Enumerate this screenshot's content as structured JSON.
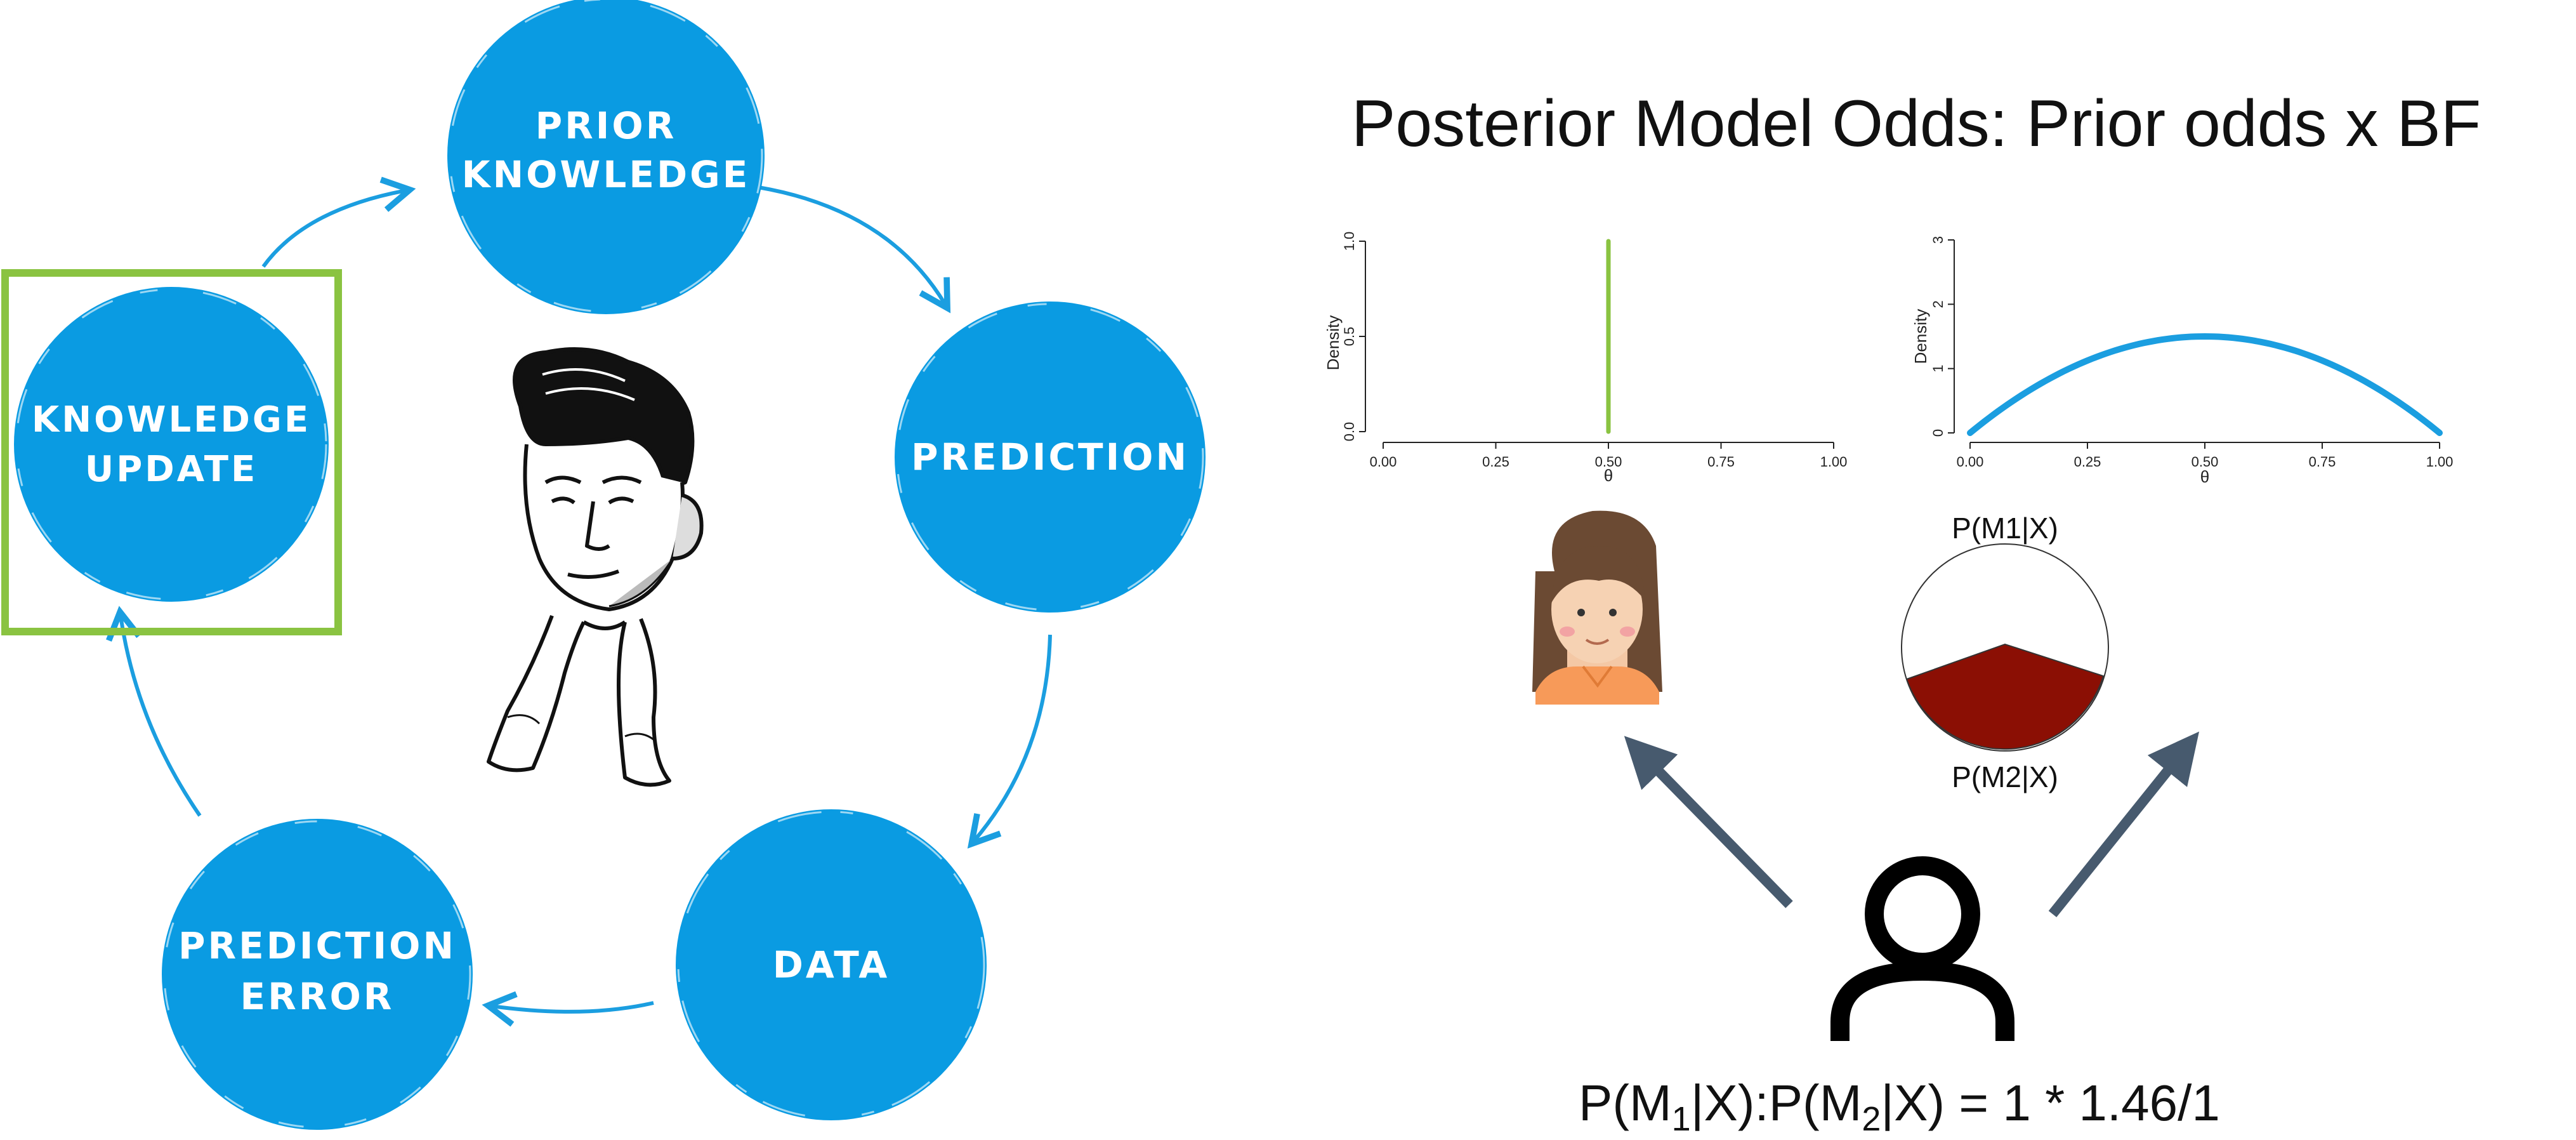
{
  "cycle": {
    "nodes": [
      {
        "id": "prior-knowledge",
        "lines": [
          "PRIOR",
          "KNOWLEDGE"
        ]
      },
      {
        "id": "prediction",
        "lines": [
          "PREDICTION"
        ]
      },
      {
        "id": "data",
        "lines": [
          "DATA"
        ]
      },
      {
        "id": "prediction-error",
        "lines": [
          "PREDICTION",
          "ERROR"
        ]
      },
      {
        "id": "knowledge-update",
        "lines": [
          "KNOWLEDGE",
          "UPDATE"
        ]
      }
    ],
    "highlighted_node": "knowledge-update",
    "colors": {
      "node": "#0a9be2",
      "arrow": "#1b9ee0",
      "highlight": "#8ac341"
    }
  },
  "panel": {
    "title": "Posterior Model Odds: Prior odds x BF",
    "pie": {
      "top_label": "P(M1|X)",
      "bottom_label": "P(M2|X)"
    },
    "formula": {
      "p1": "P(M",
      "sub1": "1",
      "mid": "|X):P(M",
      "sub2": "2",
      "end": "|X) = 1 * 1.46/1"
    },
    "colors": {
      "pie_fill": "#8b0f04",
      "arrow": "#475a6e",
      "curve": "#1b9ee0",
      "spike": "#8ac341"
    }
  },
  "chart_data": [
    {
      "type": "line",
      "xlabel": "θ",
      "ylabel": "Density",
      "xlim": [
        0,
        1
      ],
      "ylim": [
        0,
        1.0
      ],
      "xticks": [
        "0.00",
        "0.25",
        "0.50",
        "0.75",
        "1.00"
      ],
      "yticks": [
        "0.0",
        "0.5",
        "1.0"
      ],
      "series": [
        {
          "x": [
            0.5,
            0.5
          ],
          "y": [
            0,
            1.0
          ]
        }
      ]
    },
    {
      "type": "line",
      "xlabel": "θ",
      "ylabel": "Density",
      "xlim": [
        0,
        1
      ],
      "ylim": [
        0,
        3
      ],
      "xticks": [
        "0.00",
        "0.25",
        "0.50",
        "0.75",
        "1.00"
      ],
      "yticks": [
        "0",
        "1",
        "2",
        "3"
      ],
      "series": [
        {
          "x": [
            0,
            0.1,
            0.2,
            0.3,
            0.4,
            0.5,
            0.6,
            0.7,
            0.8,
            0.9,
            1.0
          ],
          "y": [
            0,
            0.54,
            0.96,
            1.26,
            1.44,
            1.5,
            1.44,
            1.26,
            0.96,
            0.54,
            0
          ]
        }
      ]
    }
  ]
}
